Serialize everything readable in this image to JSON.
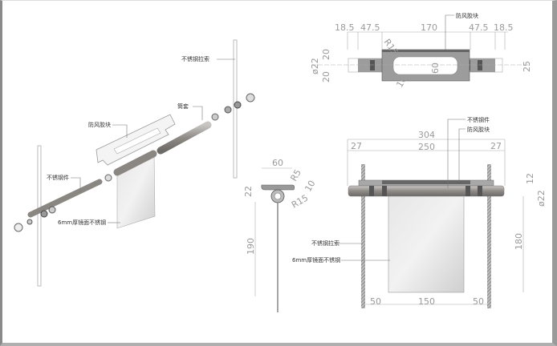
{
  "labels": {
    "sleeve": "筒套",
    "wind_block": "防风胶块",
    "cable": "不锈钢拉索",
    "steel_part": "不锈钢件",
    "mirror_plate": "6mm厚镜面不锈钢"
  },
  "top_view": {
    "label": "防风胶块",
    "dims": {
      "a": "18.5",
      "b": "47.5",
      "c": "170",
      "d": "47.5",
      "e": "18.5",
      "dia": "ø22",
      "h1": "20",
      "h2": "20",
      "r": "R15",
      "inner": "60",
      "right": "25",
      "r2": "10"
    }
  },
  "section": {
    "dims": {
      "width": "60",
      "r5": "R5",
      "h": "22",
      "t": "10",
      "r15": "R15",
      "len": "190"
    }
  },
  "front_view": {
    "label_top": "不锈钢件",
    "label_block": "防风胶块",
    "label_cable": "不锈钢拉索",
    "label_plate": "6mm厚镜面不锈钢",
    "dims": {
      "total": "304",
      "l27": "27",
      "mid": "250",
      "r27": "27",
      "t12": "12",
      "dia": "ø22",
      "height": "180",
      "b50l": "50",
      "b150": "150",
      "b50r": "50"
    }
  },
  "colors": {
    "rod": "#8e8a86",
    "block": "#9c9c9c",
    "plate": "#d8d8d8"
  }
}
